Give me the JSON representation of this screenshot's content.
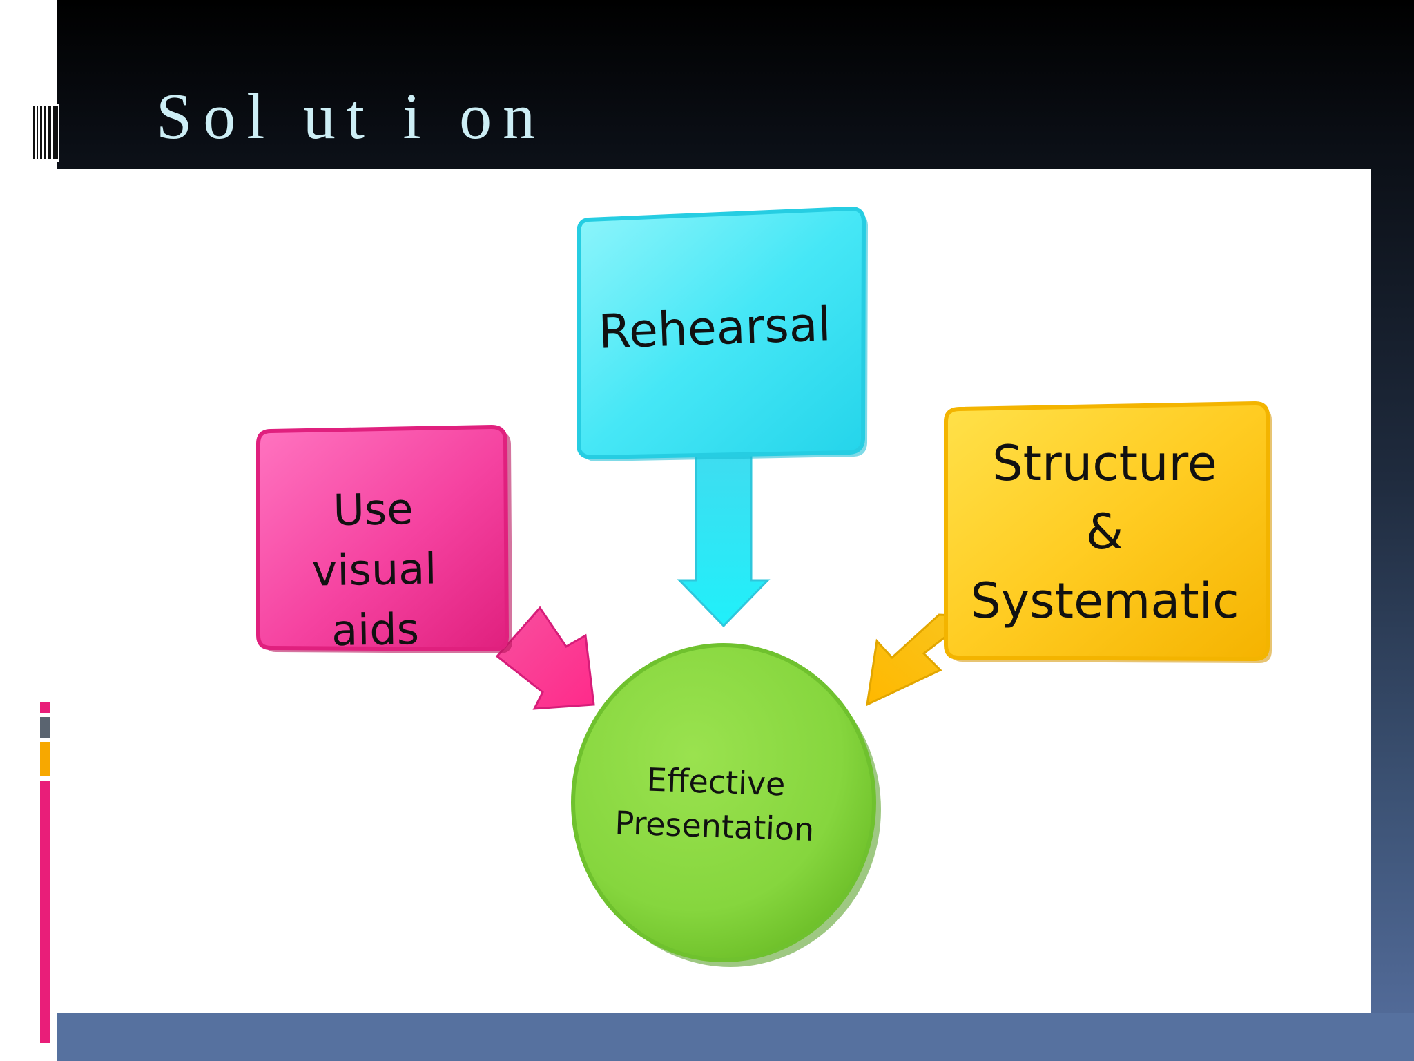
{
  "slide": {
    "title": "Sol ut i on"
  },
  "diagram": {
    "center": {
      "label_line1": "Effective",
      "label_line2": "Presentation",
      "color": "#8ad84a"
    },
    "nodes": [
      {
        "id": "rehearsal",
        "label_line1": "Rehearsal",
        "color": "#3fe6f6"
      },
      {
        "id": "visual",
        "label_line1": "Use visual",
        "label_line2": "aids",
        "color": "#f2409c"
      },
      {
        "id": "structure",
        "label_line1": "Structure",
        "label_line2": "&",
        "label_line3": "Systematic",
        "color": "#ffc81c"
      }
    ]
  },
  "theme": {
    "accent_pink": "#e91e79",
    "accent_gray": "#5a6470",
    "accent_orange": "#f7a800",
    "band_blue": "#56719f"
  }
}
